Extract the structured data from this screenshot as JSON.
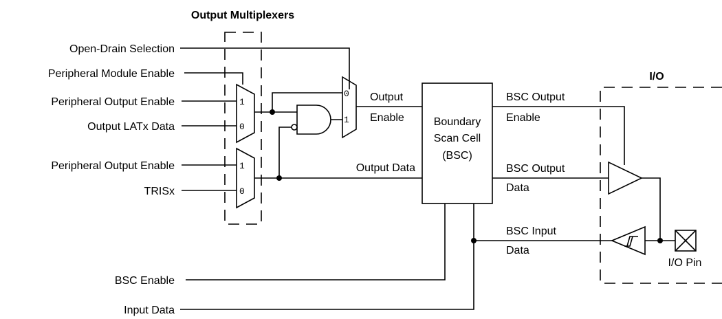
{
  "title": "Output Multiplexers",
  "io_title": "I/O",
  "inputs": {
    "open_drain": "Open-Drain Selection",
    "periph_module_enable": "Peripheral Module Enable",
    "periph_output_enable_1": "Peripheral Output Enable",
    "output_latx": "Output LATx Data",
    "periph_output_enable_2": "Peripheral Output Enable",
    "trisx": "TRISx",
    "bsc_enable": "BSC Enable",
    "input_data": "Input Data"
  },
  "mux": {
    "mux1_top": "1",
    "mux1_bottom": "0",
    "mux2_top": "1",
    "mux2_bottom": "0",
    "mux3_top": "0",
    "mux3_bottom": "1"
  },
  "signals": {
    "output_enable_1": "Output",
    "output_enable_2": "Enable",
    "output_data": "Output Data",
    "bsc_output_enable_1": "BSC Output",
    "bsc_output_enable_2": "Enable",
    "bsc_output_data_1": "BSC Output",
    "bsc_output_data_2": "Data",
    "bsc_input_data_1": "BSC Input",
    "bsc_input_data_2": "Data"
  },
  "bsc": {
    "line1": "Boundary",
    "line2": "Scan Cell",
    "line3": "(BSC)"
  },
  "io_pin": "I/O Pin"
}
